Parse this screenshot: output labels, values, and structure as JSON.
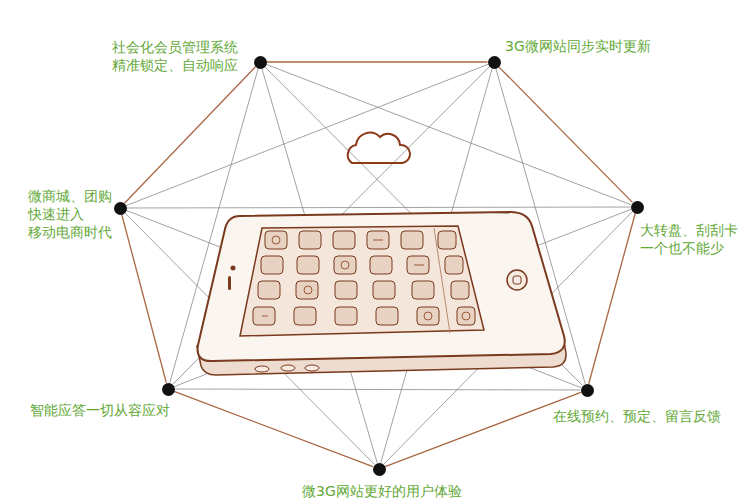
{
  "diagram": {
    "nodes": [
      {
        "text": [
          "社会化会员管理系统 精准锁定、自动响应"
        ]
      },
      {
        "text": [
          "3G微网站同步实时更新"
        ]
      },
      {
        "text": [
          "大转盘、刮刮卡 一个也不能少"
        ]
      },
      {
        "text": [
          "在线预约、预定、留言反馈"
        ]
      },
      {
        "text": [
          "微3G网站更好的用户体验"
        ]
      },
      {
        "text": [
          "智能应答一切从容应对"
        ]
      },
      {
        "text": [
          "微商城、团购 快速进入 移动电商时代"
        ]
      }
    ],
    "edges": [
      {
        "from": 0,
        "to": 1,
        "arrow": "none"
      },
      {
        "from": 0,
        "to": 2,
        "arrow": "none"
      },
      {
        "from": 0,
        "to": 3,
        "arrow": "none"
      },
      {
        "from": 0,
        "to": 4,
        "arrow": "none"
      },
      {
        "from": 0,
        "to": 5,
        "arrow": "none"
      },
      {
        "from": 0,
        "to": 6,
        "arrow": "none"
      },
      {
        "from": 1,
        "to": 2,
        "arrow": "none"
      },
      {
        "from": 1,
        "to": 3,
        "arrow": "none"
      },
      {
        "from": 1,
        "to": 4,
        "arrow": "none"
      },
      {
        "from": 1,
        "to": 5,
        "arrow": "none"
      },
      {
        "from": 1,
        "to": 6,
        "arrow": "none"
      },
      {
        "from": 2,
        "to": 3,
        "arrow": "none"
      },
      {
        "from": 2,
        "to": 4,
        "arrow": "none"
      },
      {
        "from": 2,
        "to": 5,
        "arrow": "none"
      },
      {
        "from": 2,
        "to": 6,
        "arrow": "none"
      },
      {
        "from": 3,
        "to": 4,
        "arrow": "none"
      },
      {
        "from": 3,
        "to": 5,
        "arrow": "none"
      },
      {
        "from": 3,
        "to": 6,
        "arrow": "none"
      },
      {
        "from": 4,
        "to": 5,
        "arrow": "none"
      },
      {
        "from": 4,
        "to": 6,
        "arrow": "none"
      },
      {
        "from": 5,
        "to": 6,
        "arrow": "none"
      }
    ]
  }
}
